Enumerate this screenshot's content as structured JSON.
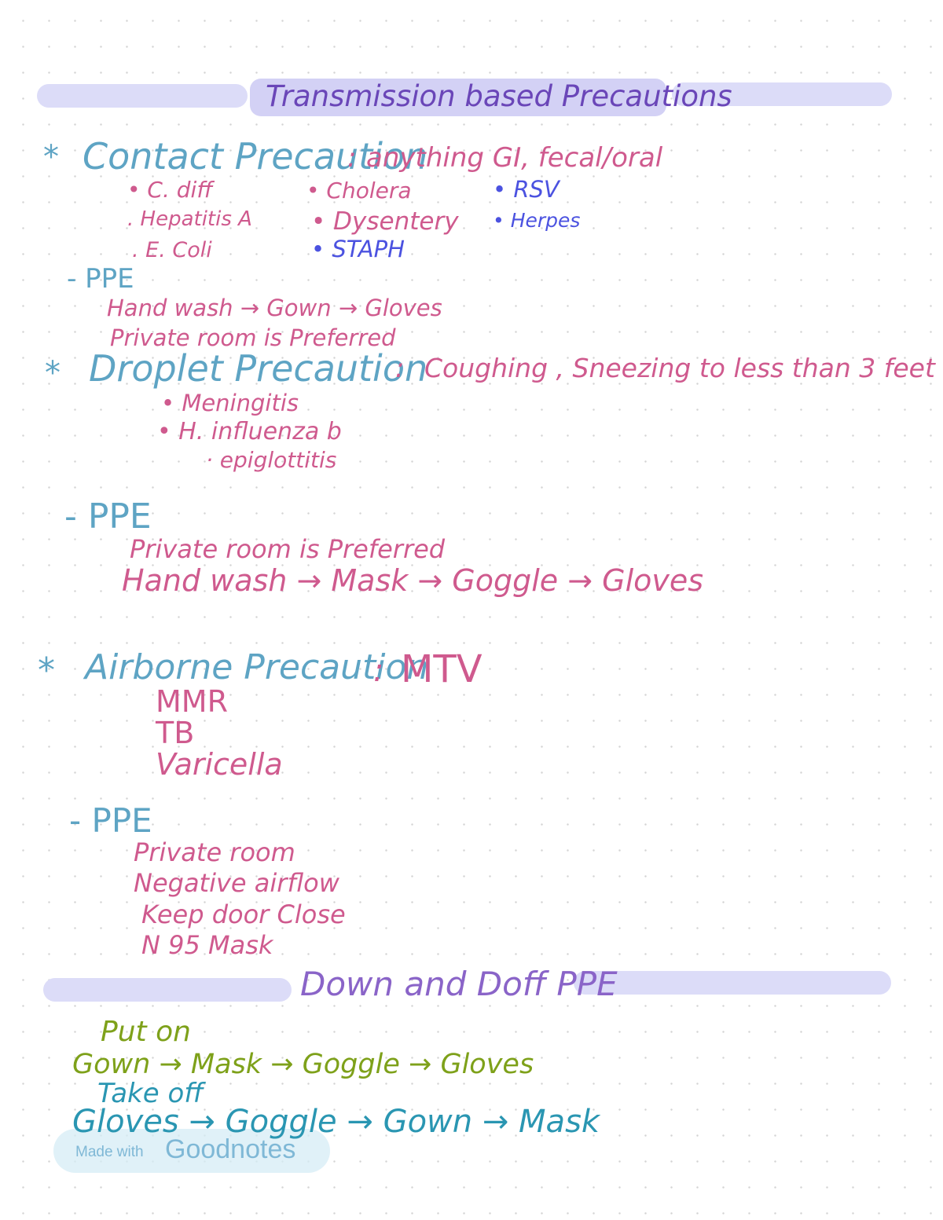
{
  "title": "Transmission based Precautions",
  "contact": {
    "star": "*",
    "heading": "Contact Precaution",
    "colon": ":",
    "desc": "anything  GI, fecal/oral",
    "col1": [
      "• C. diff",
      ". Hepatitis A",
      ". E. Coli"
    ],
    "col2a": [
      "• Cholera",
      "• Dysentery"
    ],
    "col2b": "• STAPH",
    "col3": [
      "• RSV",
      "• Herpes"
    ],
    "ppe_label": "- PPE",
    "ppe_sequence": "Hand wash → Gown → Gloves",
    "room": "Private room  is  Preferred"
  },
  "droplet": {
    "star": "*",
    "heading": "Droplet  Precaution",
    "colon": ":",
    "desc": "Coughing , Sneezing  to  less  than  3 feet",
    "items": [
      "• Meningitis",
      "• H. influenza b"
    ],
    "sub_item": "· epiglottitis",
    "ppe_label": "- PPE",
    "room": "Private room is Preferred",
    "ppe_sequence": "Hand wash → Mask → Goggle → Gloves"
  },
  "airborne": {
    "star": "*",
    "heading": "Airborne Precaution",
    "colon": ":",
    "acronym": "MTV",
    "items": [
      "MMR",
      "TB",
      "Varicella"
    ],
    "ppe_label": "- PPE",
    "ppe_items": [
      "Private room",
      "Negative airflow",
      "Keep door Close",
      "N 95 Mask"
    ]
  },
  "donning": {
    "title": "Down and Doff PPE",
    "put_on_label": "Put on",
    "put_on_sequence": "Gown → Mask → Goggle → Gloves",
    "take_off_label": "Take off",
    "take_off_sequence": "Gloves → Goggle → Gown → Mask"
  },
  "watermark": {
    "prefix": "Made with",
    "brand": "Goodnotes"
  },
  "colors": {
    "heading_blue": "#5ea4c4",
    "text_pink": "#cf5a8e",
    "royal_blue": "#4b52e0",
    "title_purple": "#8a64c8",
    "highlight_lavender": "#d3d1f5",
    "green": "#7ea11a",
    "teal": "#2a96b2"
  }
}
